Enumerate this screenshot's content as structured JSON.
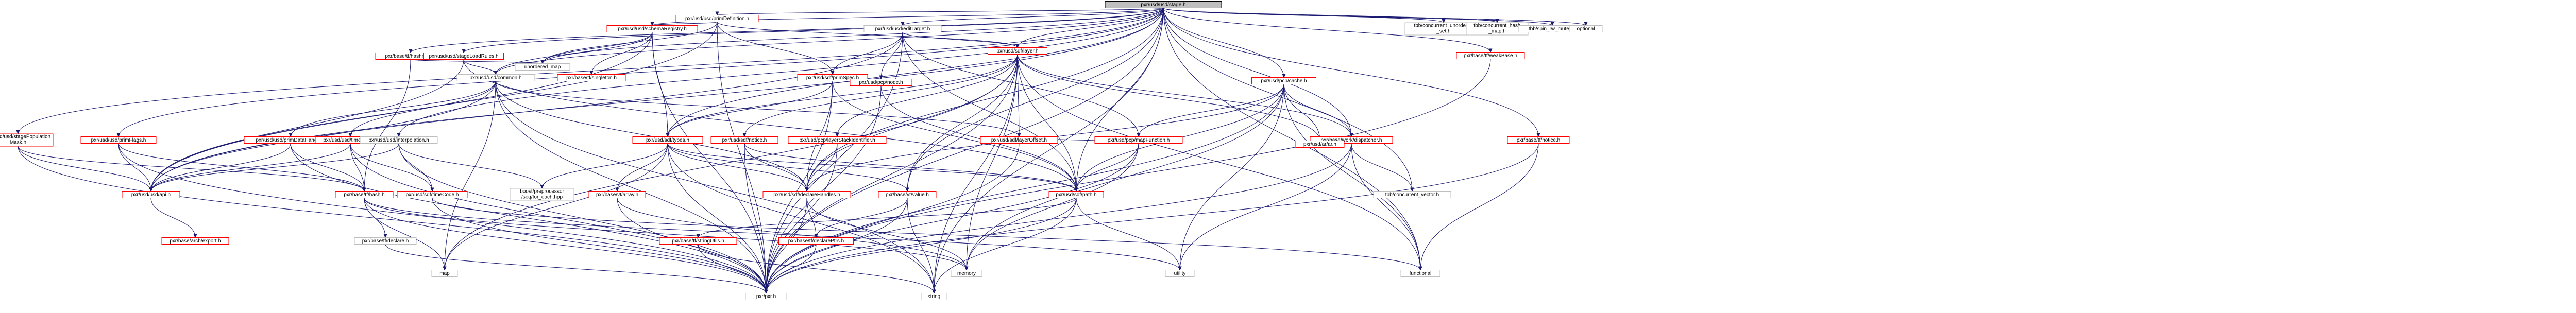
{
  "nodes": [
    {
      "id": "root",
      "label": "pxr/usd/usd/stage.h",
      "kind": "root"
    },
    {
      "id": "primDefinition",
      "label": "pxr/usd/usd/primDefinition.h",
      "kind": "red"
    },
    {
      "id": "schemaRegistry",
      "label": "pxr/usd/usd/schemaRegistry.h",
      "kind": "red"
    },
    {
      "id": "sdfLayer",
      "label": "pxr/usd/sdf/layer.h",
      "kind": "red"
    },
    {
      "id": "editTarget",
      "label": "pxr/usd/usd/editTarget.h",
      "kind": "gray"
    },
    {
      "id": "hashmap",
      "label": "pxr/base/tf/hashmap.h",
      "kind": "red"
    },
    {
      "id": "stageLoadRules",
      "label": "pxr/usd/usd/stageLoadRules.h",
      "kind": "red"
    },
    {
      "id": "usdCommon",
      "label": "pxr/usd/usd/common.h",
      "kind": "gray"
    },
    {
      "id": "singleton",
      "label": "pxr/base/tf/singleton.h",
      "kind": "red"
    },
    {
      "id": "primSpec",
      "label": "pxr/usd/sdf/primSpec.h",
      "kind": "red"
    },
    {
      "id": "pcpNode",
      "label": "pxr/usd/pcp/node.h",
      "kind": "red"
    },
    {
      "id": "stagePopulationMask",
      "label": "pxr/usd/usd/stagePopulation\nMask.h",
      "kind": "red"
    },
    {
      "id": "primFlags",
      "label": "pxr/usd/usd/primFlags.h",
      "kind": "red"
    },
    {
      "id": "primDataHandle",
      "label": "pxr/usd/usd/primDataHandle.h",
      "kind": "red"
    },
    {
      "id": "timeCode",
      "label": "pxr/usd/usd/timeCode.h",
      "kind": "red"
    },
    {
      "id": "interpolation",
      "label": "pxr/usd/usd/interpolation.h",
      "kind": "gray"
    },
    {
      "id": "sdfTypes",
      "label": "pxr/usd/sdf/types.h",
      "kind": "red"
    },
    {
      "id": "sdfNotice",
      "label": "pxr/usd/sdf/notice.h",
      "kind": "red"
    },
    {
      "id": "layerStackIdentifier",
      "label": "pxr/usd/pcp/layerStackIdentifier.h",
      "kind": "red"
    },
    {
      "id": "sdfLayerOffset",
      "label": "pxr/usd/sdf/layerOffset.h",
      "kind": "red"
    },
    {
      "id": "mapFunction",
      "label": "pxr/usd/pcp/mapFunction.h",
      "kind": "red"
    },
    {
      "id": "pcpCache",
      "label": "pxr/usd/pcp/cache.h",
      "kind": "red"
    },
    {
      "id": "weakBase",
      "label": "pxr/base/tf/weakBase.h",
      "kind": "red"
    },
    {
      "id": "workDispatcher",
      "label": "pxr/base/work/dispatcher.h",
      "kind": "red"
    },
    {
      "id": "tfNotice",
      "label": "pxr/base/tf/notice.h",
      "kind": "red"
    },
    {
      "id": "usdApi",
      "label": "pxr/usd/usd/api.h",
      "kind": "red"
    },
    {
      "id": "tfHash",
      "label": "pxr/base/tf/hash.h",
      "kind": "red"
    },
    {
      "id": "sdfTimeCode",
      "label": "pxr/usd/sdf/timeCode.h",
      "kind": "red"
    },
    {
      "id": "boostForEach",
      "label": "boost/preprocessor\n/seq/for_each.hpp",
      "kind": "gray"
    },
    {
      "id": "vtArray",
      "label": "pxr/base/vt/array.h",
      "kind": "red"
    },
    {
      "id": "declareHandles",
      "label": "pxr/usd/sdf/declareHandles.h",
      "kind": "red"
    },
    {
      "id": "vtValue",
      "label": "pxr/base/vt/value.h",
      "kind": "red"
    },
    {
      "id": "sdfPath",
      "label": "pxr/usd/sdf/path.h",
      "kind": "red"
    },
    {
      "id": "tbbVector",
      "label": "tbb/concurrent_vector.h",
      "kind": "gray"
    },
    {
      "id": "archExport",
      "label": "pxr/base/arch/export.h",
      "kind": "red"
    },
    {
      "id": "tfDeclare",
      "label": "pxr/base/tf/declare.h",
      "kind": "gray"
    },
    {
      "id": "stringUtils",
      "label": "pxr/base/tf/stringUtils.h",
      "kind": "red"
    },
    {
      "id": "declarePtrs",
      "label": "pxr/base/tf/declarePtrs.h",
      "kind": "red"
    },
    {
      "id": "pxrH",
      "label": "pxr/pxr.h",
      "kind": "gray"
    },
    {
      "id": "unorderedMap",
      "label": "unordered_map",
      "kind": "gray"
    },
    {
      "id": "map",
      "label": "map",
      "kind": "gray"
    },
    {
      "id": "memory",
      "label": "memory",
      "kind": "gray"
    },
    {
      "id": "utility",
      "label": "utility",
      "kind": "gray"
    },
    {
      "id": "functional",
      "label": "functional",
      "kind": "gray"
    },
    {
      "id": "string",
      "label": "string",
      "kind": "gray"
    },
    {
      "id": "scalar",
      "label": "pxr/usd/ar/ar.h",
      "kind": "red"
    },
    {
      "id": "tbbUnorderedSet",
      "label": "tbb/concurrent_unordered\n_set.h",
      "kind": "gray"
    },
    {
      "id": "tbbHashMap",
      "label": "tbb/concurrent_hash\n_map.h",
      "kind": "gray"
    },
    {
      "id": "tbbSpinMutex",
      "label": "tbb/spin_rw_mutex.h",
      "kind": "gray"
    },
    {
      "id": "optional",
      "label": "optional",
      "kind": "gray"
    }
  ],
  "edges": [
    [
      "root",
      "primDefinition"
    ],
    [
      "root",
      "schemaRegistry"
    ],
    [
      "root",
      "sdfLayer"
    ],
    [
      "root",
      "editTarget"
    ],
    [
      "root",
      "hashmap"
    ],
    [
      "root",
      "stageLoadRules"
    ],
    [
      "root",
      "usdCommon"
    ],
    [
      "root",
      "stagePopulationMask"
    ],
    [
      "root",
      "primFlags"
    ],
    [
      "root",
      "interpolation"
    ],
    [
      "root",
      "pcpCache"
    ],
    [
      "root",
      "weakBase"
    ],
    [
      "root",
      "workDispatcher"
    ],
    [
      "root",
      "tfNotice"
    ],
    [
      "root",
      "tbbUnorderedSet"
    ],
    [
      "root",
      "tbbHashMap"
    ],
    [
      "root",
      "tbbSpinMutex"
    ],
    [
      "root",
      "optional"
    ],
    [
      "root",
      "unorderedMap"
    ],
    [
      "root",
      "string"
    ],
    [
      "root",
      "functional"
    ],
    [
      "root",
      "pxrH"
    ],
    [
      "root",
      "usdApi"
    ],
    [
      "root",
      "vtValue"
    ],
    [
      "root",
      "sdfPath"
    ],
    [
      "root",
      "tbbVector"
    ],
    [
      "root",
      "sdfTypes"
    ],
    [
      "root",
      "declareHandles"
    ],
    [
      "primDefinition",
      "schemaRegistry"
    ],
    [
      "primDefinition",
      "sdfLayer"
    ],
    [
      "primDefinition",
      "primSpec"
    ],
    [
      "primDefinition",
      "usdApi"
    ],
    [
      "primDefinition",
      "pxrH"
    ],
    [
      "primDefinition",
      "unorderedMap"
    ],
    [
      "schemaRegistry",
      "usdCommon"
    ],
    [
      "schemaRegistry",
      "singleton"
    ],
    [
      "schemaRegistry",
      "unorderedMap"
    ],
    [
      "schemaRegistry",
      "usdApi"
    ],
    [
      "schemaRegistry",
      "pxrH"
    ],
    [
      "schemaRegistry",
      "sdfTypes"
    ],
    [
      "editTarget",
      "sdfLayer"
    ],
    [
      "editTarget",
      "pcpNode"
    ],
    [
      "editTarget",
      "primSpec"
    ],
    [
      "editTarget",
      "usdApi"
    ],
    [
      "editTarget",
      "pxrH"
    ],
    [
      "editTarget",
      "sdfPath"
    ],
    [
      "editTarget",
      "mapFunction"
    ],
    [
      "sdfLayer",
      "sdfTypes"
    ],
    [
      "sdfLayer",
      "sdfNotice"
    ],
    [
      "sdfLayer",
      "declareHandles"
    ],
    [
      "sdfLayer",
      "sdfLayerOffset"
    ],
    [
      "sdfLayer",
      "sdfPath"
    ],
    [
      "sdfLayer",
      "vtValue"
    ],
    [
      "sdfLayer",
      "scalar"
    ],
    [
      "sdfLayer",
      "workDispatcher"
    ],
    [
      "sdfLayer",
      "memory"
    ],
    [
      "sdfLayer",
      "functional"
    ],
    [
      "sdfLayer",
      "string"
    ],
    [
      "sdfLayer",
      "pxrH"
    ],
    [
      "sdfLayer",
      "layerStackIdentifier"
    ],
    [
      "sdfLayer",
      "map"
    ],
    [
      "hashmap",
      "unorderedMap"
    ],
    [
      "hashmap",
      "tfHash"
    ],
    [
      "stageLoadRules",
      "usdCommon"
    ],
    [
      "stageLoadRules",
      "usdApi"
    ],
    [
      "stageLoadRules",
      "sdfPath"
    ],
    [
      "usdCommon",
      "usdApi"
    ],
    [
      "usdCommon",
      "primDataHandle"
    ],
    [
      "usdCommon",
      "timeCode"
    ],
    [
      "usdCommon",
      "sdfLayerOffset"
    ],
    [
      "usdCommon",
      "map"
    ],
    [
      "usdCommon",
      "string"
    ],
    [
      "usdCommon",
      "pxrH"
    ],
    [
      "usdCommon",
      "declareHandles"
    ],
    [
      "primSpec",
      "sdfTypes"
    ],
    [
      "primSpec",
      "declareHandles"
    ],
    [
      "primSpec",
      "sdfPath"
    ],
    [
      "primSpec",
      "pxrH"
    ],
    [
      "pcpNode",
      "sdfPath"
    ],
    [
      "pcpNode",
      "pxrH"
    ],
    [
      "stagePopulationMask",
      "usdApi"
    ],
    [
      "stagePopulationMask",
      "tfHash"
    ],
    [
      "stagePopulationMask",
      "pxrH"
    ],
    [
      "primFlags",
      "usdApi"
    ],
    [
      "primFlags",
      "tfHash"
    ],
    [
      "primFlags",
      "pxrH"
    ],
    [
      "primDataHandle",
      "usdApi"
    ],
    [
      "primDataHandle",
      "tfHash"
    ],
    [
      "primDataHandle",
      "pxrH"
    ],
    [
      "timeCode",
      "usdApi"
    ],
    [
      "timeCode",
      "sdfTimeCode"
    ],
    [
      "timeCode",
      "tfHash"
    ],
    [
      "timeCode",
      "pxrH"
    ],
    [
      "interpolation",
      "usdApi"
    ],
    [
      "interpolation",
      "boostForEach"
    ],
    [
      "interpolation",
      "sdfTimeCode"
    ],
    [
      "interpolation",
      "pxrH"
    ],
    [
      "sdfTypes",
      "vtArray"
    ],
    [
      "sdfTypes",
      "declareHandles"
    ],
    [
      "sdfTypes",
      "sdfPath"
    ],
    [
      "sdfTypes",
      "map"
    ],
    [
      "sdfTypes",
      "vtValue"
    ],
    [
      "sdfTypes",
      "boostForEach"
    ],
    [
      "sdfTypes",
      "pxrH"
    ],
    [
      "sdfTypes",
      "string"
    ],
    [
      "sdfNotice",
      "declareHandles"
    ],
    [
      "sdfNotice",
      "sdfPath"
    ],
    [
      "sdfNotice",
      "pxrH"
    ],
    [
      "layerStackIdentifier",
      "declareHandles"
    ],
    [
      "layerStackIdentifier",
      "pxrH"
    ],
    [
      "sdfLayerOffset",
      "pxrH"
    ],
    [
      "mapFunction",
      "sdfPath"
    ],
    [
      "mapFunction",
      "sdfLayerOffset"
    ],
    [
      "mapFunction",
      "memory"
    ],
    [
      "mapFunction",
      "pxrH"
    ],
    [
      "pcpCache",
      "mapFunction"
    ],
    [
      "pcpCache",
      "scalar"
    ],
    [
      "pcpCache",
      "sdfPath"
    ],
    [
      "pcpCache",
      "declareHandles"
    ],
    [
      "pcpCache",
      "workDispatcher"
    ],
    [
      "pcpCache",
      "memory"
    ],
    [
      "pcpCache",
      "utility"
    ],
    [
      "pcpCache",
      "functional"
    ],
    [
      "pcpCache",
      "pxrH"
    ],
    [
      "weakBase",
      "pxrH"
    ],
    [
      "workDispatcher",
      "tbbVector"
    ],
    [
      "workDispatcher",
      "functional"
    ],
    [
      "workDispatcher",
      "utility"
    ],
    [
      "workDispatcher",
      "pxrH"
    ],
    [
      "tfNotice",
      "pxrH"
    ],
    [
      "tfNotice",
      "functional"
    ],
    [
      "usdApi",
      "archExport"
    ],
    [
      "tfHash",
      "tfDeclare"
    ],
    [
      "tfHash",
      "utility"
    ],
    [
      "tfHash",
      "memory"
    ],
    [
      "tfHash",
      "map"
    ],
    [
      "tfHash",
      "pxrH"
    ],
    [
      "sdfTimeCode",
      "pxrH"
    ],
    [
      "sdfTimeCode",
      "functional"
    ],
    [
      "vtArray",
      "pxrH"
    ],
    [
      "vtArray",
      "memory"
    ],
    [
      "declareHandles",
      "declarePtrs"
    ],
    [
      "declareHandles",
      "pxrH"
    ],
    [
      "declareHandles",
      "memory"
    ],
    [
      "vtValue",
      "pxrH"
    ],
    [
      "vtValue",
      "string"
    ],
    [
      "vtValue",
      "declarePtrs"
    ],
    [
      "sdfPath",
      "pxrH"
    ],
    [
      "sdfPath",
      "stringUtils"
    ],
    [
      "sdfPath",
      "string"
    ],
    [
      "sdfPath",
      "utility"
    ],
    [
      "tfDeclare",
      "pxrH"
    ],
    [
      "stringUtils",
      "pxrH"
    ],
    [
      "stringUtils",
      "string"
    ],
    [
      "declarePtrs",
      "pxrH"
    ]
  ]
}
